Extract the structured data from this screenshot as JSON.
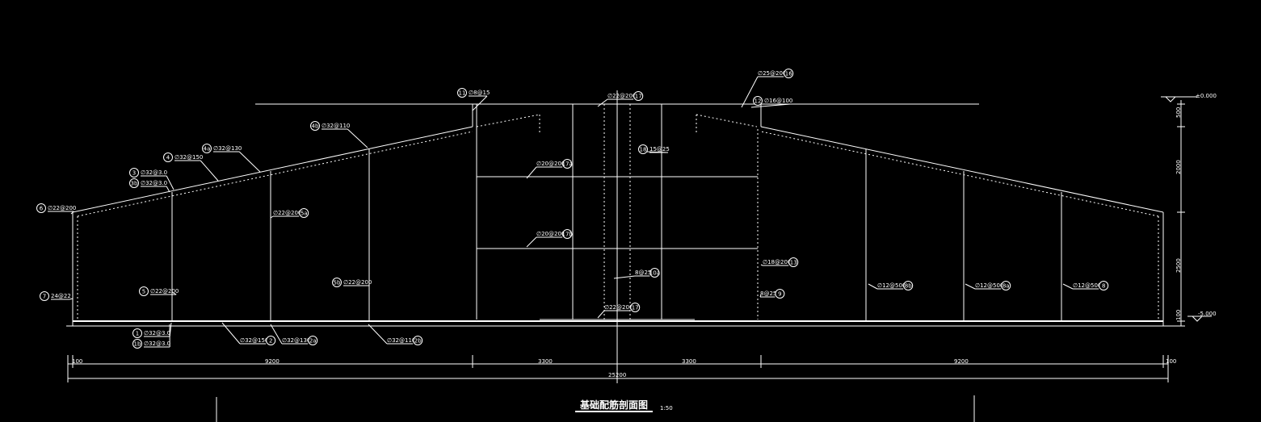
{
  "title": "基础配筋剖面图",
  "scale": "1:50",
  "colors": {
    "background": "#000000",
    "line": "#ffffff"
  },
  "elevations": {
    "top": "±0.000",
    "bottom": "-5.000"
  },
  "dims_right": [
    "500",
    "2000",
    "2500",
    "100"
  ],
  "dims_bottom": [
    "100",
    "9200",
    "3300",
    "3300",
    "9200",
    "100"
  ],
  "dim_total": "25200",
  "callouts": [
    {
      "text": "∅8@15",
      "tag": "11"
    },
    {
      "text": "∅22@200",
      "tag": "17"
    },
    {
      "text": "∅25@200",
      "tag": "16"
    },
    {
      "text": "∅16@100",
      "tag": "12"
    },
    {
      "text": "∅32@110",
      "tag": "4b"
    },
    {
      "text": "∅32@130",
      "tag": "4a"
    },
    {
      "text": "∅32@150",
      "tag": "4"
    },
    {
      "text": "∅32@3.0",
      "tag": "3"
    },
    {
      "text": "∅32@3.0",
      "tag": "3b"
    },
    {
      "text": "∅22@200",
      "tag": "6"
    },
    {
      "text": "15@25",
      "tag": "18"
    },
    {
      "text": "∅20@200",
      "tag": "17a"
    },
    {
      "text": "∅22@200",
      "tag": "5a"
    },
    {
      "text": "∅20@200",
      "tag": "17b"
    },
    {
      "text": "∅18@200",
      "tag": "13"
    },
    {
      "text": "8@25",
      "tag": "10a"
    },
    {
      "text": "∅22@200",
      "tag": "5b"
    },
    {
      "text": "∅12@500",
      "tag": "8b"
    },
    {
      "text": "∅12@500",
      "tag": "8a"
    },
    {
      "text": "∅12@500",
      "tag": "8"
    },
    {
      "text": "24@22",
      "tag": "7"
    },
    {
      "text": "∅22@200",
      "tag": "5"
    },
    {
      "text": "8@25",
      "tag": "9"
    },
    {
      "text": "∅22@200",
      "tag": "17"
    },
    {
      "text": "∅32@3.0",
      "tag": "1"
    },
    {
      "text": "∅32@3.0",
      "tag": "1b"
    },
    {
      "text": "∅32@150",
      "tag": "2"
    },
    {
      "text": "∅32@130",
      "tag": "2a"
    },
    {
      "text": "∅32@110",
      "tag": "2b"
    }
  ]
}
